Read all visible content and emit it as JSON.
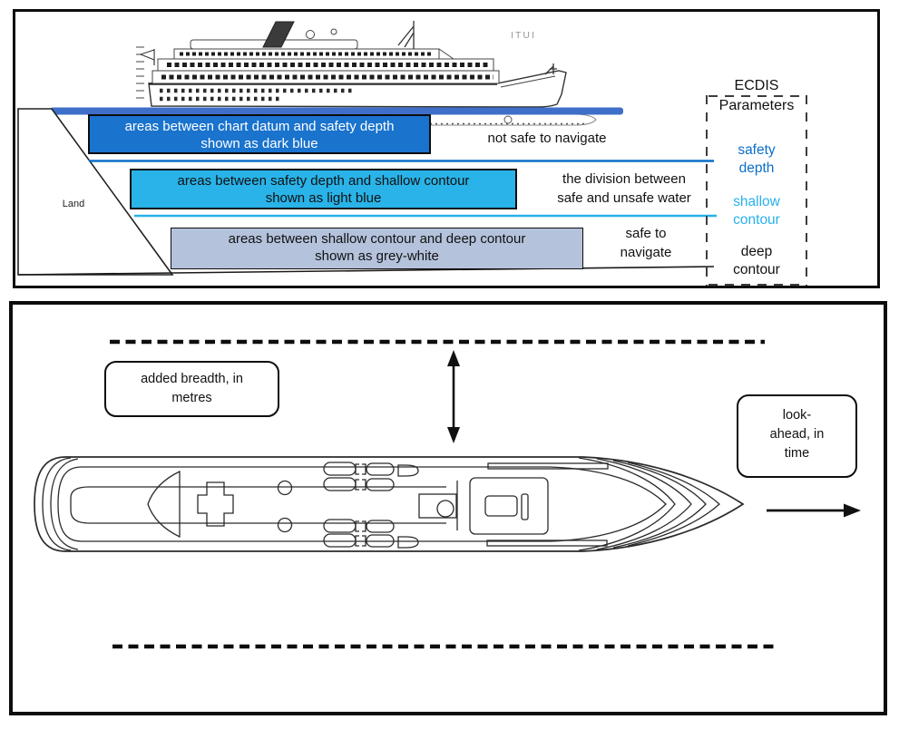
{
  "figure1": {
    "ship_logo": "ITUI",
    "land_label": "Land",
    "zones": [
      {
        "line1": "areas between chart datum and safety depth",
        "line2": "shown as dark blue",
        "fill": "#1a73cd",
        "text_color": "#ffffff"
      },
      {
        "line1": "areas between safety depth and shallow contour",
        "line2": "shown as light blue",
        "fill": "#29b3e8",
        "text_color": "#111111"
      },
      {
        "line1": "areas between shallow contour and deep contour",
        "line2": "shown as grey-white",
        "fill": "#b4c2dc",
        "text_color": "#111111"
      }
    ],
    "notes": {
      "not_safe": "not safe to navigate",
      "division_line1": "the division between",
      "division_line2": "safe and unsafe water",
      "safe_line1": "safe to",
      "safe_line2": "navigate"
    },
    "ecdis": {
      "title": "ECDIS",
      "subtitle": "Parameters",
      "params": [
        {
          "line1": "safety",
          "line2": "depth",
          "color": "#0b6fc9"
        },
        {
          "line1": "shallow",
          "line2": "contour",
          "color": "#27b1ea"
        },
        {
          "line1": "deep",
          "line2": "contour",
          "color": "#111111"
        }
      ]
    },
    "colors": {
      "waterline": "#3f6fc8",
      "safety_line": "#0b6fc9",
      "shallow_line": "#27b1ea",
      "deep_line": "#1a1a1a"
    }
  },
  "figure2": {
    "breadth_line1": "added breadth, in",
    "breadth_line2": "metres",
    "lookahead_line1": "look-",
    "lookahead_line2": "ahead, in",
    "lookahead_line3": "time"
  }
}
